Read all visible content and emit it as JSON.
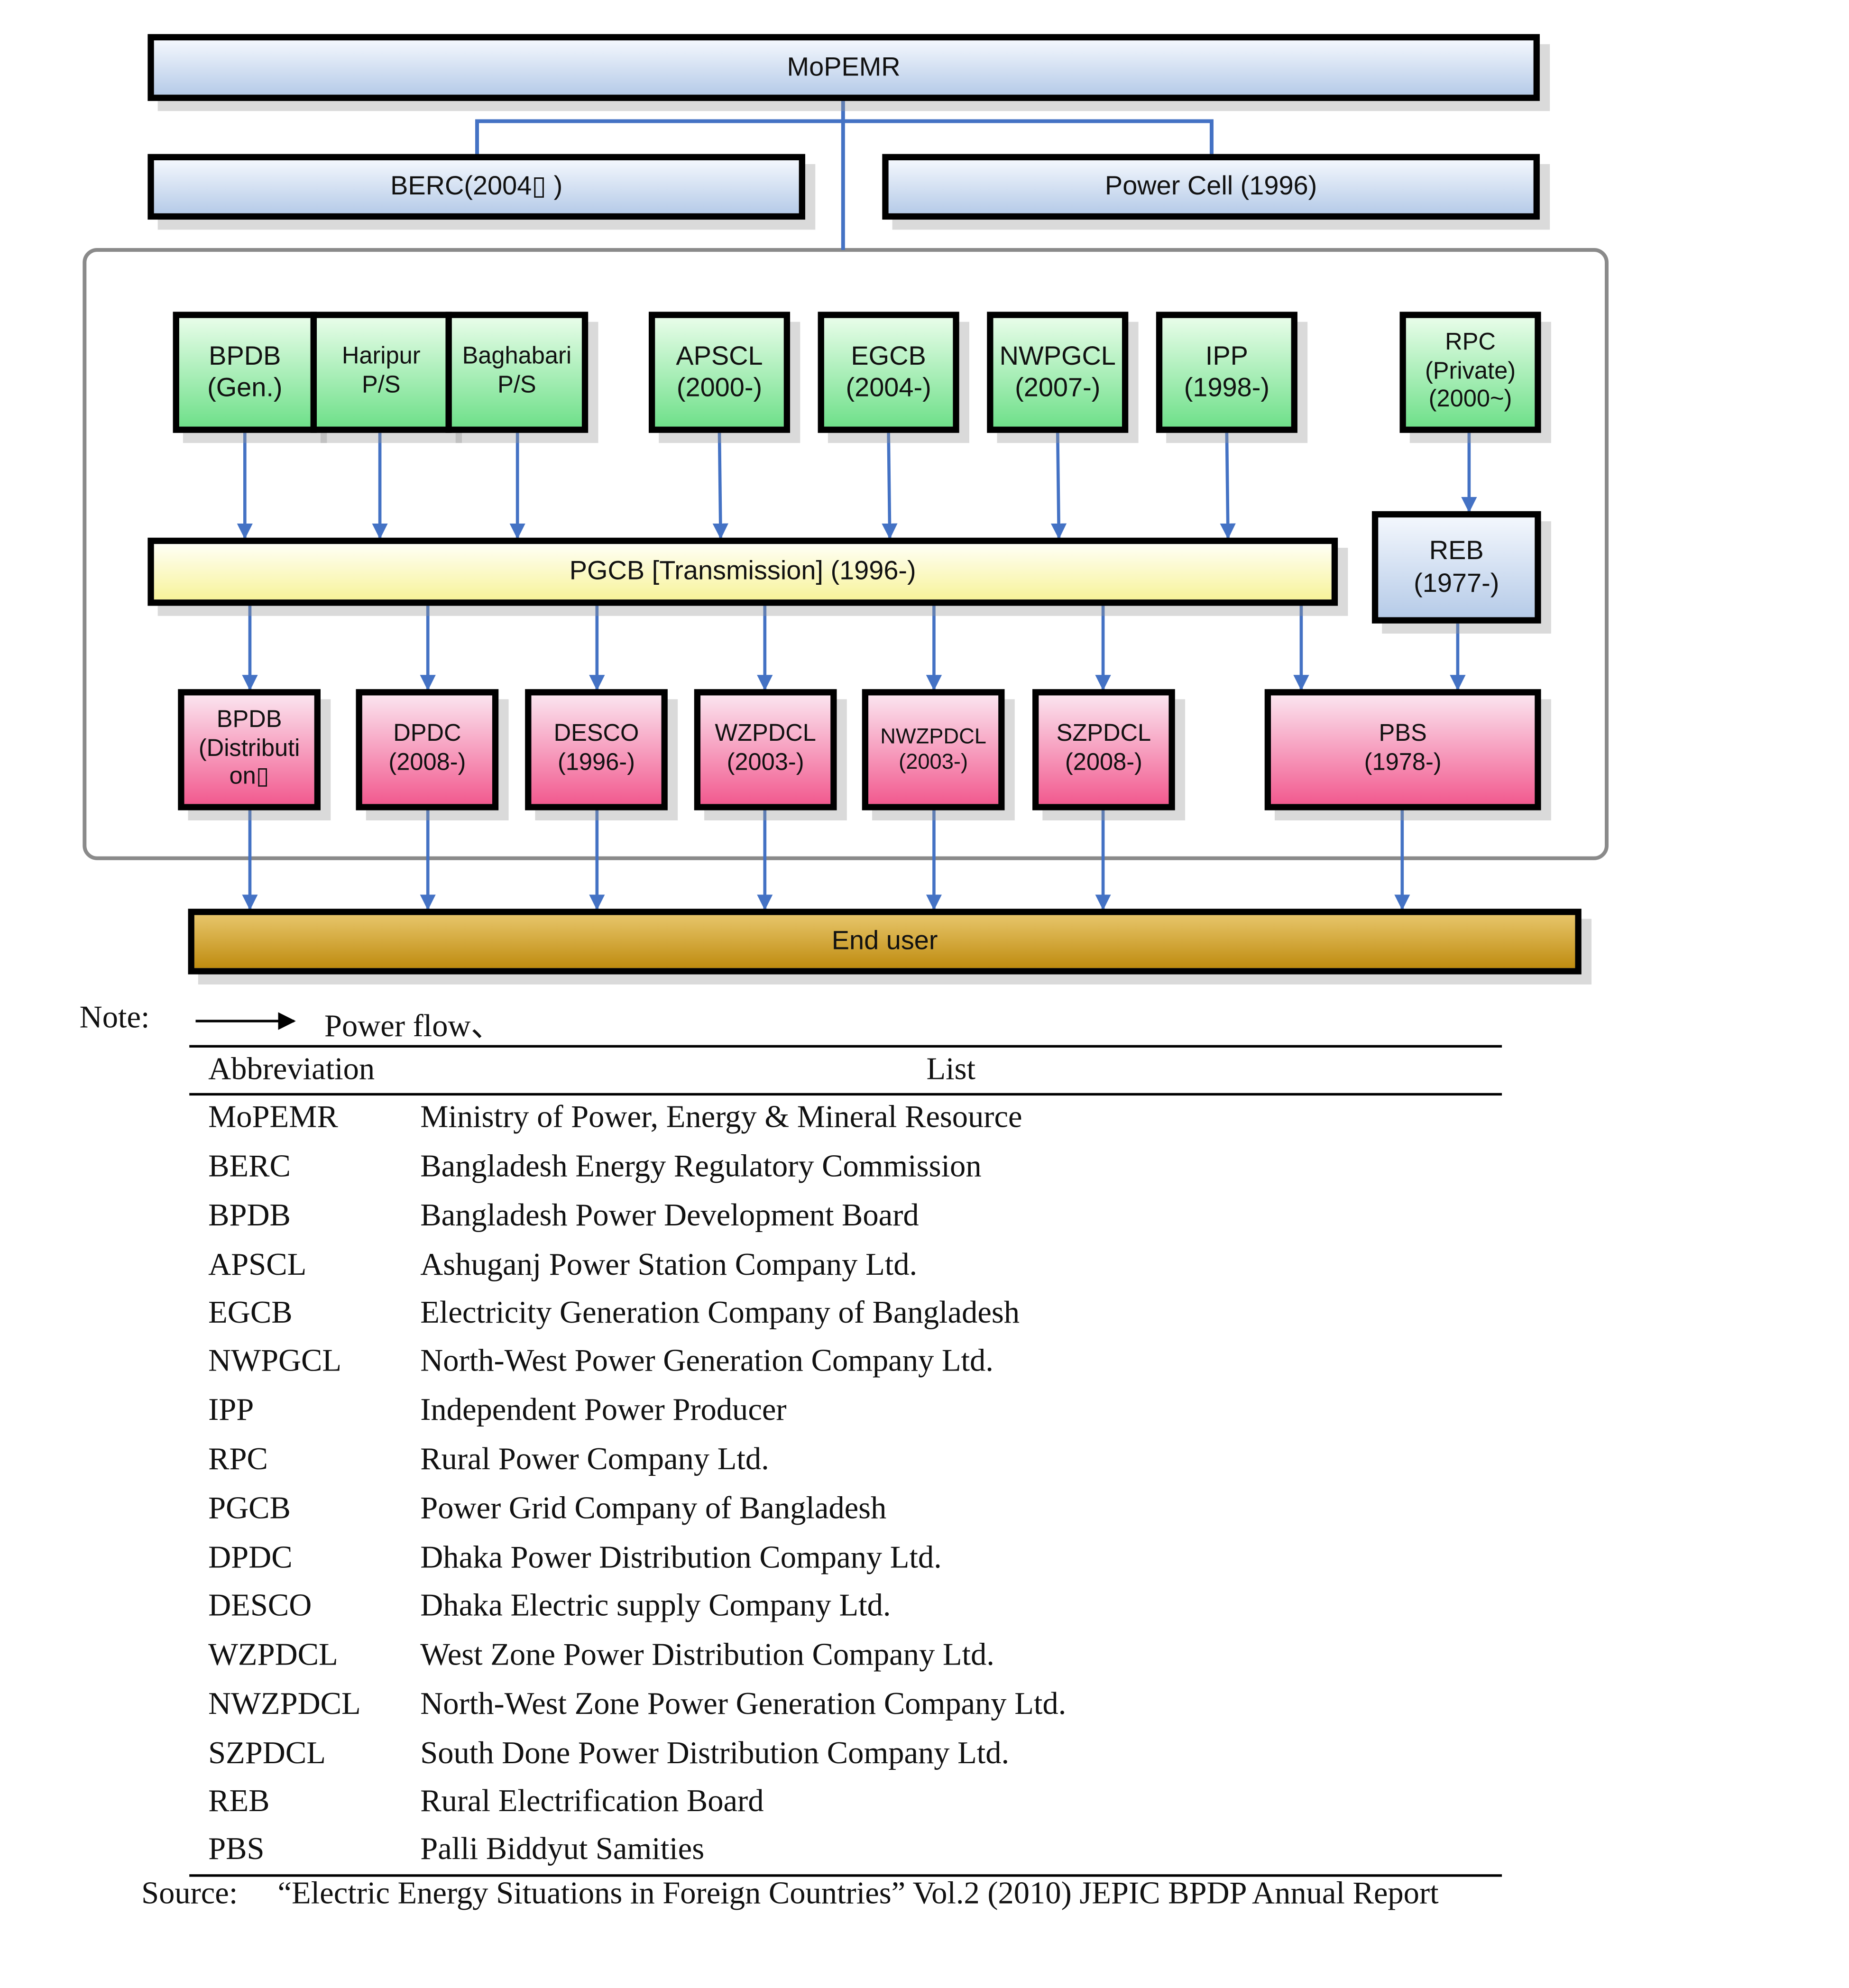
{
  "diagram": {
    "top": "MoPEMR",
    "berc": "BERC(2004▯ )",
    "power_cell": "Power Cell (1996)",
    "generators": [
      "BPDB\n(Gen.)",
      "Haripur\nP/S",
      "Baghabari\nP/S",
      "APSCL\n(2000-)",
      "EGCB\n(2004-)",
      "NWPGCL\n(2007-)",
      "IPP\n(1998-)"
    ],
    "rpc": "RPC\n(Private)\n(2000~)",
    "pgcb": "PGCB  [Transmission] (1996-)",
    "reb": "REB\n(1977-)",
    "distributors": [
      "BPDB\n(Distributi\non▯",
      "DPDC\n(2008-)",
      "DESCO\n(1996-)",
      "WZPDCL\n(2003-)",
      "NWZPDCL\n(2003-)",
      "SZPDCL\n(2008-)"
    ],
    "pbs": "PBS\n(1978-)",
    "end_user": "End user"
  },
  "note": {
    "label": "Note:",
    "legend": "Power flow、"
  },
  "table": {
    "headers": [
      "Abbreviation",
      "List"
    ],
    "rows": [
      [
        "MoPEMR",
        "Ministry of Power, Energy & Mineral Resource"
      ],
      [
        "BERC",
        "Bangladesh Energy Regulatory Commission"
      ],
      [
        "BPDB",
        "Bangladesh Power Development Board"
      ],
      [
        "APSCL",
        "Ashuganj Power Station Company Ltd."
      ],
      [
        "EGCB",
        "Electricity Generation Company of Bangladesh"
      ],
      [
        "NWPGCL",
        "North-West Power Generation Company Ltd."
      ],
      [
        "IPP",
        "Independent Power Producer"
      ],
      [
        "RPC",
        "Rural Power Company Ltd."
      ],
      [
        "PGCB",
        "Power Grid Company of Bangladesh"
      ],
      [
        "DPDC",
        "Dhaka Power Distribution Company Ltd."
      ],
      [
        "DESCO",
        "Dhaka Electric supply Company Ltd."
      ],
      [
        "WZPDCL",
        "West Zone Power Distribution Company Ltd."
      ],
      [
        "NWZPDCL",
        "North-West Zone Power Generation Company Ltd."
      ],
      [
        "SZPDCL",
        "South Done Power Distribution Company Ltd."
      ],
      [
        "REB",
        "Rural Electrification Board"
      ],
      [
        "PBS",
        "Palli Biddyut Samities"
      ]
    ]
  },
  "source": {
    "label": "Source:",
    "text": "“Electric Energy Situations in Foreign Countries” Vol.2 (2010) JEPIC BPDP Annual Report"
  },
  "colors": {
    "arrow": "#4472c4",
    "connector": "#4472c4",
    "frame": "#888888"
  }
}
